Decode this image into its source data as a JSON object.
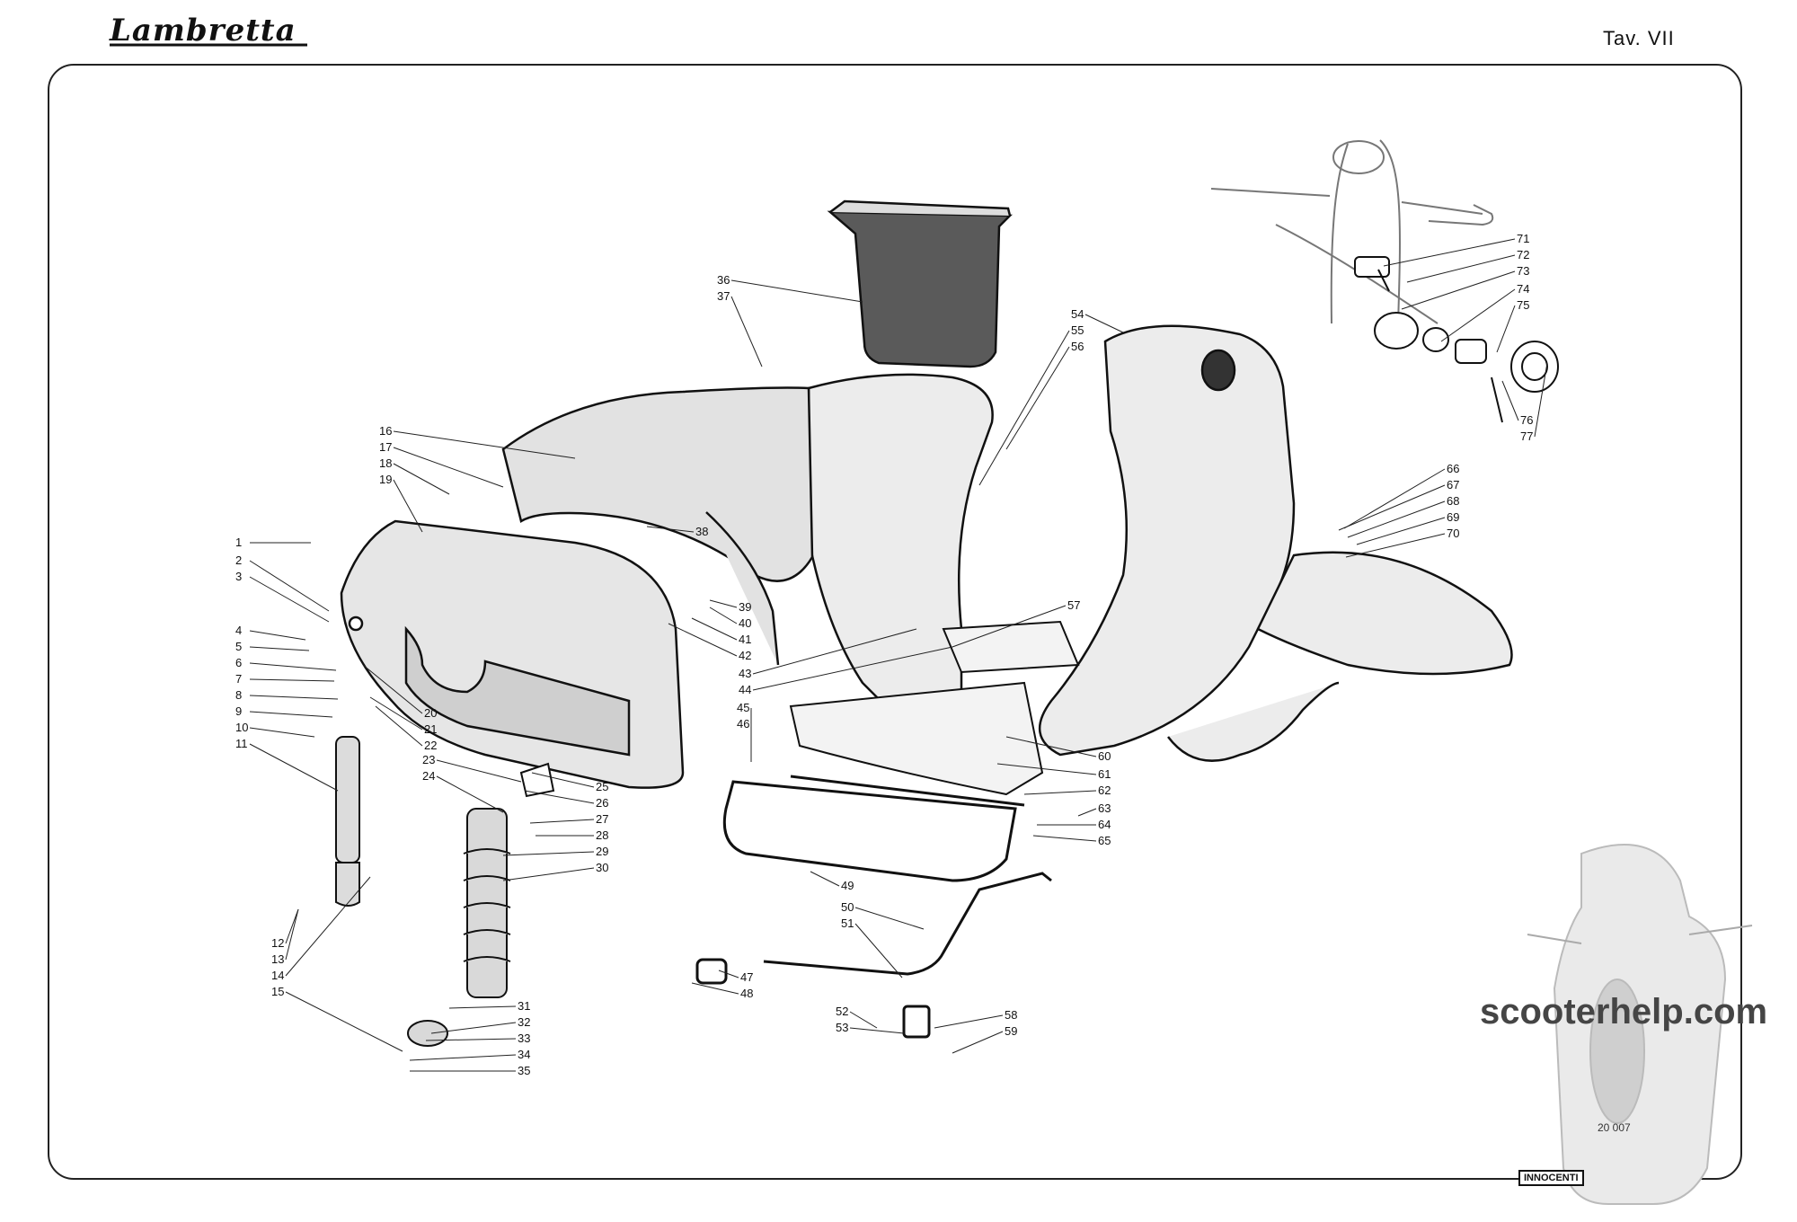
{
  "header": {
    "logo_text": "Lambretta",
    "plate_label": "Tav. VII"
  },
  "footer": {
    "watermark": "scooterhelp.com",
    "brand": "INNOCENTI",
    "license_plate": "20 007"
  },
  "callouts": [
    "1",
    "2",
    "3",
    "4",
    "5",
    "6",
    "7",
    "8",
    "9",
    "10",
    "11",
    "12",
    "13",
    "14",
    "15",
    "16",
    "17",
    "18",
    "19",
    "20",
    "21",
    "22",
    "23",
    "24",
    "25",
    "26",
    "27",
    "28",
    "29",
    "30",
    "31",
    "32",
    "33",
    "34",
    "35",
    "36",
    "37",
    "38",
    "39",
    "40",
    "41",
    "42",
    "43",
    "44",
    "45",
    "46",
    "47",
    "48",
    "49",
    "50",
    "51",
    "52",
    "53",
    "54",
    "55",
    "56",
    "57",
    "58",
    "59",
    "60",
    "61",
    "62",
    "63",
    "64",
    "65",
    "66",
    "67",
    "68",
    "69",
    "70",
    "71",
    "72",
    "73",
    "74",
    "75",
    "76",
    "77"
  ],
  "colors": {
    "ink": "#111111",
    "panel_shade": "#e6e6e6",
    "watermark": "#454545"
  }
}
